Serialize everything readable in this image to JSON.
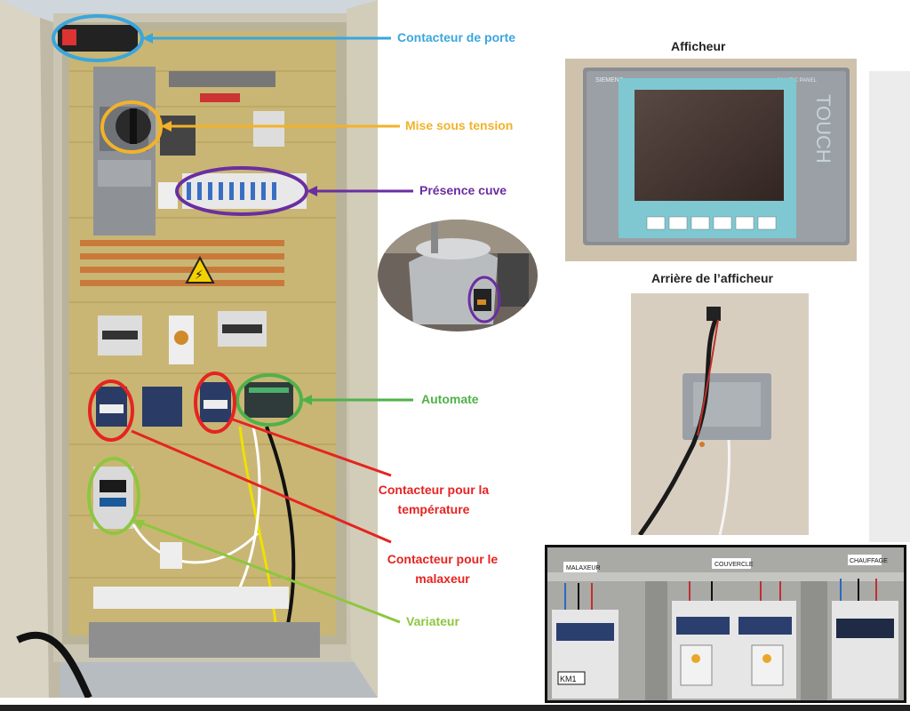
{
  "cabinet_photo": {
    "warning_sign": "⚡"
  },
  "annotations": {
    "door_contactor": "Contacteur de porte",
    "power_on": "Mise sous tension",
    "tank_presence": "Présence cuve",
    "plc": "Automate",
    "temp_contactor": "Contacteur pour la température",
    "mixer_contactor": "Contacteur pour le malaxeur",
    "drive": "Variateur"
  },
  "display_section": {
    "title": "Afficheur",
    "brand": "SIEMENS",
    "model": "SIMATIC PANEL",
    "touch": "TOUCH"
  },
  "back_section": {
    "title": "Arrière de l’afficheur"
  },
  "contactor_section": {
    "labels": [
      "MALAXEUR",
      "COUVERCLE",
      "CHAUFFAGE"
    ],
    "tag": "KM1"
  },
  "colors": {
    "blue": "#3aa6dd",
    "orange": "#f2b22a",
    "purple": "#6a2ea0",
    "green": "#4fb248",
    "red": "#e52421",
    "lightgreen": "#8ec63f"
  }
}
